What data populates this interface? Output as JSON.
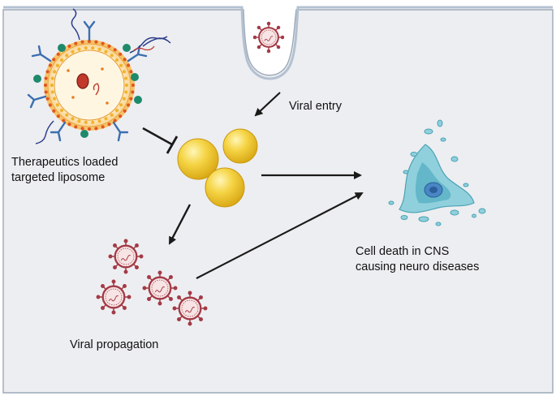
{
  "labels": {
    "liposome_line1": "Therapeutics loaded",
    "liposome_line2": "targeted liposome",
    "viral_entry": "Viral entry",
    "cell_death_line1": "Cell death in CNS",
    "cell_death_line2": "causing neuro diseases",
    "viral_propagation": "Viral propagation"
  },
  "colors": {
    "background": "#edeef1",
    "border": "#9ba8b8",
    "virus": "#a33a45",
    "infected_cell": "#f2c93c",
    "dying_cell": "#8fd0dc",
    "liposome_shell": "#f0a23a",
    "antibody": "#3b6fb0",
    "ligand": "#1e8a6b",
    "arrow": "#1a1a1a"
  },
  "icons": {
    "liposome": "targeted-liposome-icon",
    "virus": "virus-icon",
    "infected_cells": "infected-cell-cluster-icon",
    "dying_cell": "fragmenting-cell-icon"
  }
}
